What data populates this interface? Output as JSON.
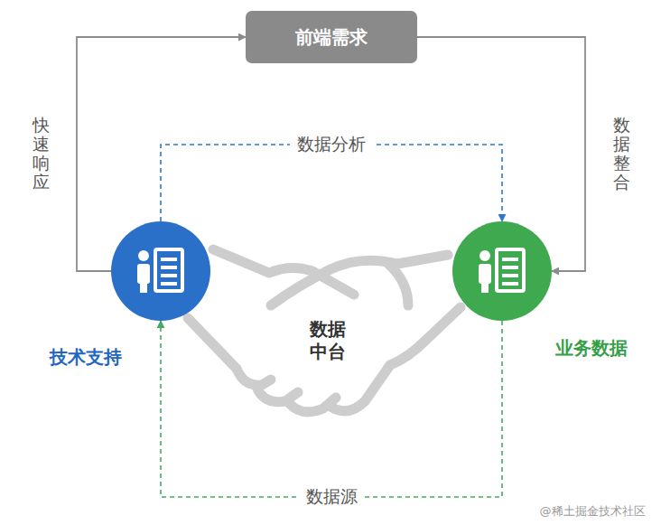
{
  "diagram": {
    "nodes": [
      {
        "text": [
          "前端需求"
        ]
      },
      {
        "text": [
          "技术支持"
        ]
      },
      {
        "text": [
          "业务数据"
        ]
      }
    ],
    "edges": [
      {
        "from": 1,
        "to": 0,
        "arrow": "to",
        "label": "快速响应"
      },
      {
        "from": 0,
        "to": 2,
        "arrow": "to",
        "label": "数据整合"
      },
      {
        "from": 1,
        "to": 2,
        "arrow": "to",
        "label": "数据分析"
      },
      {
        "from": 2,
        "to": 1,
        "arrow": "to",
        "label": "数据源"
      }
    ],
    "labels": [
      "数据 中台",
      "@稀土掘金技术社区"
    ]
  }
}
